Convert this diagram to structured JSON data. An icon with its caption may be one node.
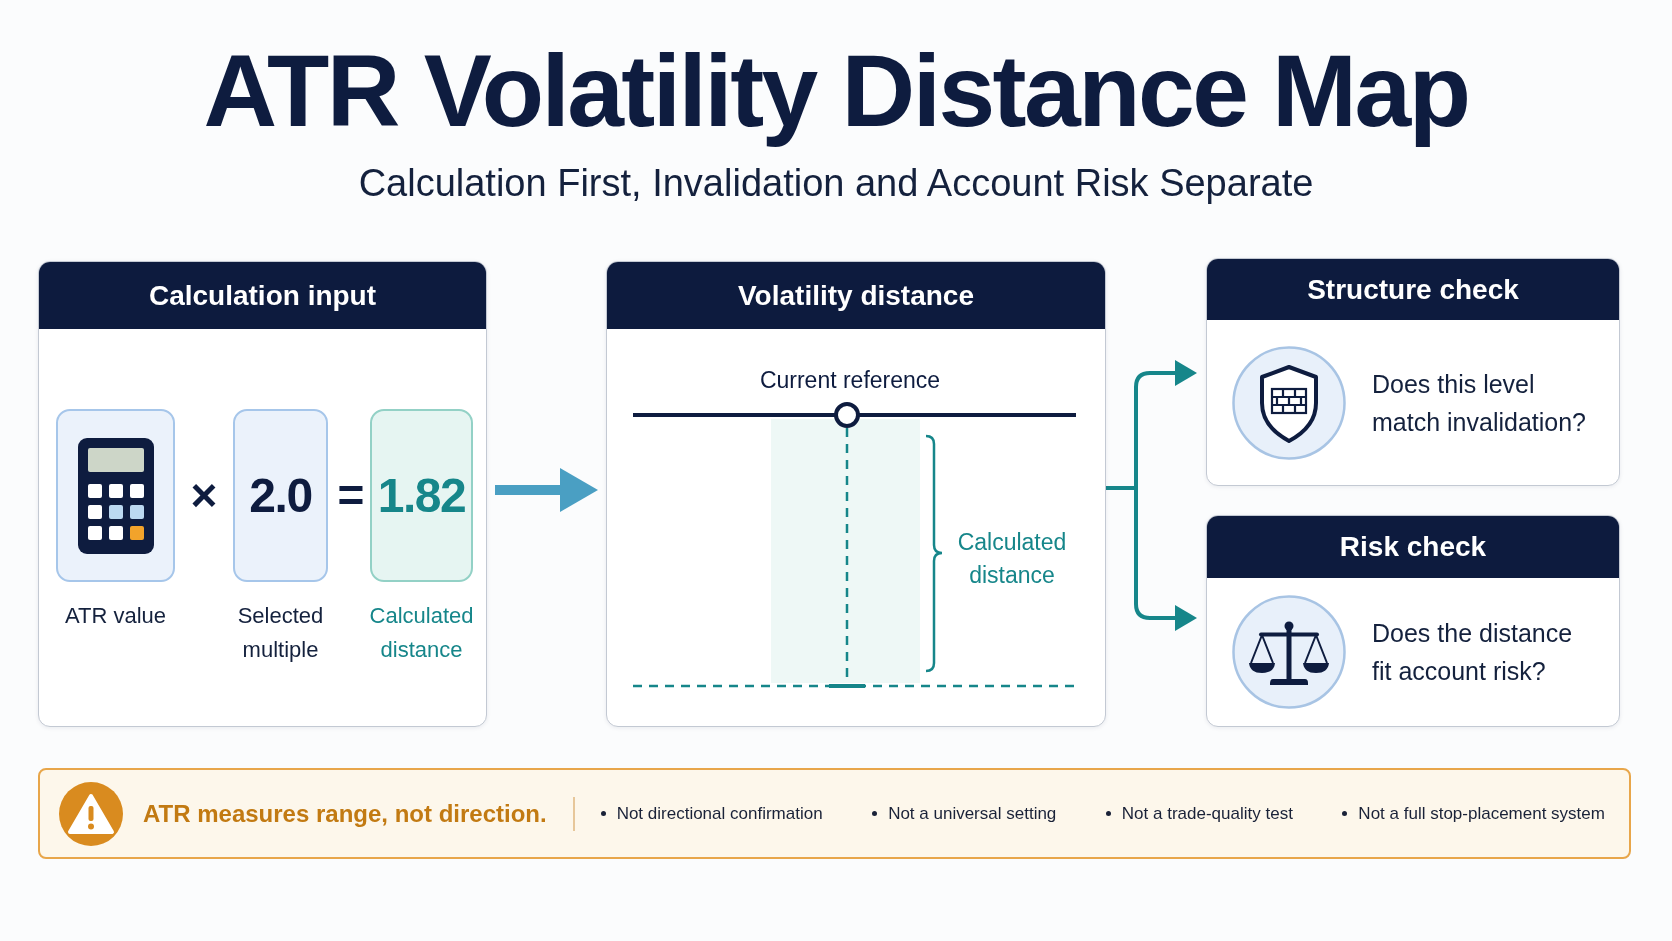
{
  "diagram": {
    "title": "ATR Volatility Distance Map",
    "nodes": [
      {
        "text": [
          "Calculation input"
        ]
      },
      {
        "text": [],
        "shape": "picture",
        "in": 0,
        "beside": [
          "ATR value"
        ]
      },
      {
        "text": [
          "2.0"
        ],
        "in": 0,
        "beside": [
          "Selected multiple"
        ]
      },
      {
        "text": [
          "1.82"
        ],
        "in": 0,
        "beside": [
          "Calculated distance"
        ]
      },
      {
        "text": [
          "Volatility distance",
          "Current reference",
          "Calculated distance"
        ]
      },
      {
        "text": [
          "Structure check",
          "Does this level match invalidation?"
        ]
      },
      {
        "text": [
          "Risk check",
          "Does the distance fit account risk?"
        ]
      },
      {
        "text": [
          "ATR measures range, not direction.",
          "Not directional confirmation",
          "Not a universal setting",
          "Not a trade-quality test",
          "Not a full stop-placement system"
        ]
      }
    ],
    "edges": [
      {
        "from": 0,
        "to": 4,
        "arrow": "to",
        "style": "thick",
        "color": "#4a9fc3"
      },
      {
        "from": 4,
        "to": 5,
        "arrow": "to"
      },
      {
        "from": 4,
        "to": 6,
        "arrow": "to"
      }
    ],
    "labels": [
      "Calculation First, Invalidation and Account Risk Separate",
      "×",
      "="
    ]
  }
}
